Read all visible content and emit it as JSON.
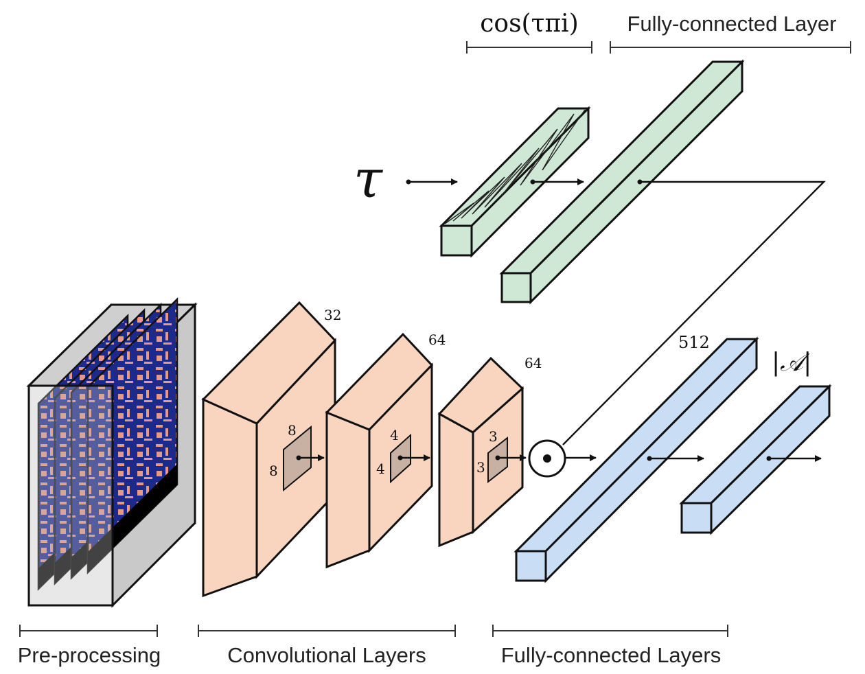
{
  "sections": {
    "preprocessing": "Pre-processing",
    "convolutional": "Convolutional Layers",
    "fully_connected": "Fully-connected Layers",
    "fc_top": "Fully-connected Layer",
    "cosine": "cos(τπi)"
  },
  "symbols": {
    "tau": "τ",
    "product": "⊙",
    "action_space": "|𝒜|"
  },
  "conv_layers": [
    {
      "channels": "32",
      "kernel_h": "8",
      "kernel_w": "8"
    },
    {
      "channels": "64",
      "kernel_h": "4",
      "kernel_w": "4"
    },
    {
      "channels": "64",
      "kernel_h": "3",
      "kernel_w": "3"
    }
  ],
  "fc_layers": [
    {
      "units": "512"
    }
  ],
  "colors": {
    "conv_fill": "#f9d5c0",
    "fc_green": "#cfe8d5",
    "fc_blue": "#c9def5",
    "frame_bg": "#1c2a8c",
    "frame_wall": "#e69a86",
    "frame_box": "#d9d9d9"
  }
}
